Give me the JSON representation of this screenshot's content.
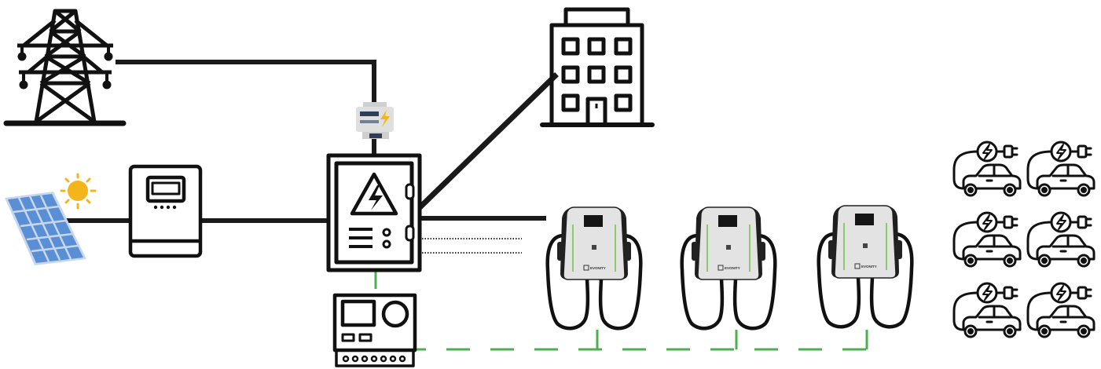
{
  "components": {
    "grid_tower": {
      "icon": "power-tower-icon"
    },
    "solar_panel": {
      "icon": "solar-panel-icon"
    },
    "sun": {
      "icon": "sun-icon"
    },
    "inverter": {
      "icon": "inverter-icon"
    },
    "energy_meter": {
      "icon": "energy-meter-icon"
    },
    "distribution_board": {
      "icon": "distribution-board-icon"
    },
    "building": {
      "icon": "building-icon"
    },
    "controller": {
      "icon": "load-controller-icon"
    },
    "chargers": [
      {
        "icon": "ev-charger-icon",
        "brand": "EVONITY"
      },
      {
        "icon": "ev-charger-icon",
        "brand": "EVONITY"
      },
      {
        "icon": "ev-charger-icon",
        "brand": "EVONITY"
      }
    ],
    "electric_cars": {
      "icon": "electric-car-icon",
      "count": 6
    }
  },
  "colors": {
    "line": "#1a1a1a",
    "data_link": "#4caf50",
    "charger_body": "#e3e3e3",
    "charger_side": "#1f1f1f",
    "charger_stripe": "#6cc04a",
    "sun": "#f4b41a",
    "solar_cell": "#5a8fd6",
    "solar_frame": "#c8d8ec",
    "meter_body": "#dfdfdf",
    "meter_bolt": "#f4b41a"
  }
}
